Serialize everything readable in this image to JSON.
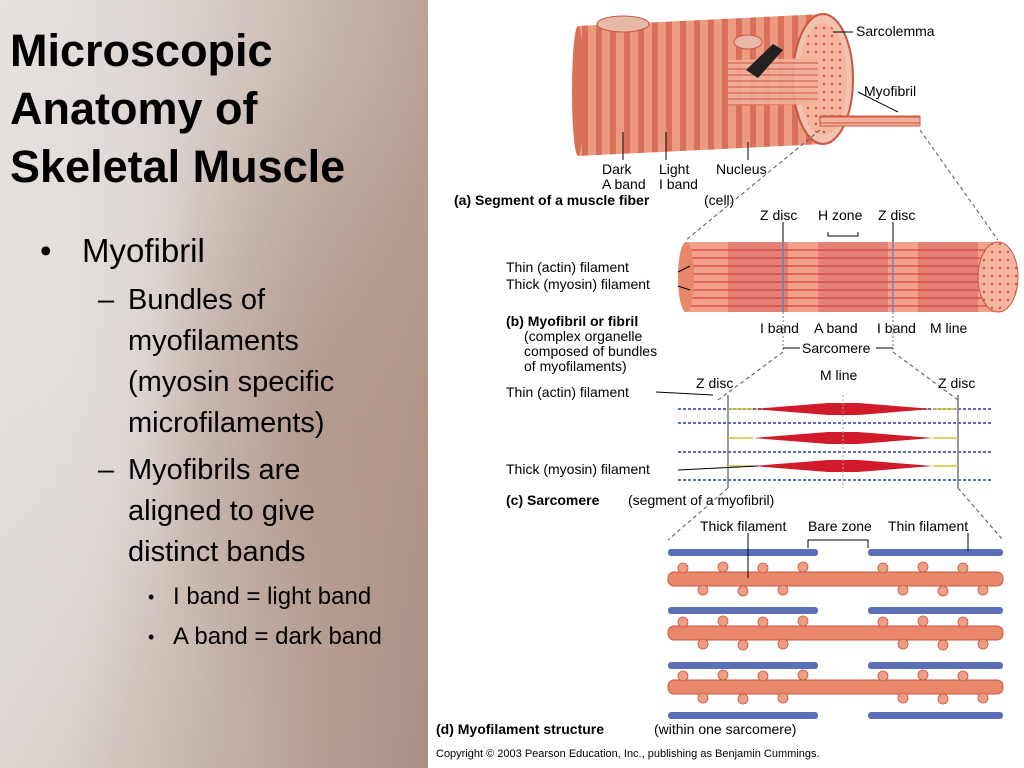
{
  "slide": {
    "title_lines": [
      "Microscopic",
      "Anatomy of",
      "Skeletal Muscle"
    ],
    "bullet": "Myofibril",
    "sub1_lines": [
      "Bundles of",
      "myofilaments",
      "(myosin specific",
      "microfilaments)"
    ],
    "sub2_lines": [
      "Myofibrils are",
      "aligned to give",
      "distinct bands"
    ],
    "sub3": [
      "I band = light band",
      "A band = dark band"
    ]
  },
  "diagram": {
    "a": {
      "sarcolemma": "Sarcolemma",
      "myofibril": "Myofibril",
      "dark": "Dark",
      "a_band": "A band",
      "light": "Light",
      "i_band": "I band",
      "nucleus": "Nucleus",
      "caption_bold": "(a) Segment of a muscle fiber",
      "caption_rest": "(cell)"
    },
    "b": {
      "z_disc_1": "Z disc",
      "h_zone": "H zone",
      "z_disc_2": "Z disc",
      "thin": "Thin (actin) filament",
      "thick": "Thick (myosin) filament",
      "caption_bold": "(b) Myofibril or fibril",
      "caption_lines": [
        "(complex organelle",
        "composed of bundles",
        "of myofilaments)"
      ],
      "i_band_1": "I band",
      "a_band": "A band",
      "i_band_2": "I band",
      "m_line": "M line",
      "sarcomere": "Sarcomere"
    },
    "c": {
      "z_disc_1": "Z disc",
      "m_line": "M line",
      "z_disc_2": "Z disc",
      "thin": "Thin (actin) filament",
      "thick": "Thick (myosin) filament",
      "caption_bold": "(c) Sarcomere",
      "caption_rest": "(segment of a myofibril)"
    },
    "d": {
      "thick": "Thick filament",
      "bare": "Bare zone",
      "thin": "Thin filament",
      "caption_bold": "(d) Myofilament structure",
      "caption_rest": "(within one sarcomere)"
    },
    "copyright": "Copyright © 2003 Pearson Education, Inc., publishing as Benjamin Cummings.",
    "colors": {
      "muscle": "#e8876a",
      "muscle_dark": "#c9573e",
      "myosin_red": "#d11a2a",
      "actin_blue": "#5a6fb8",
      "titin_yellow": "#d8c23a"
    }
  }
}
